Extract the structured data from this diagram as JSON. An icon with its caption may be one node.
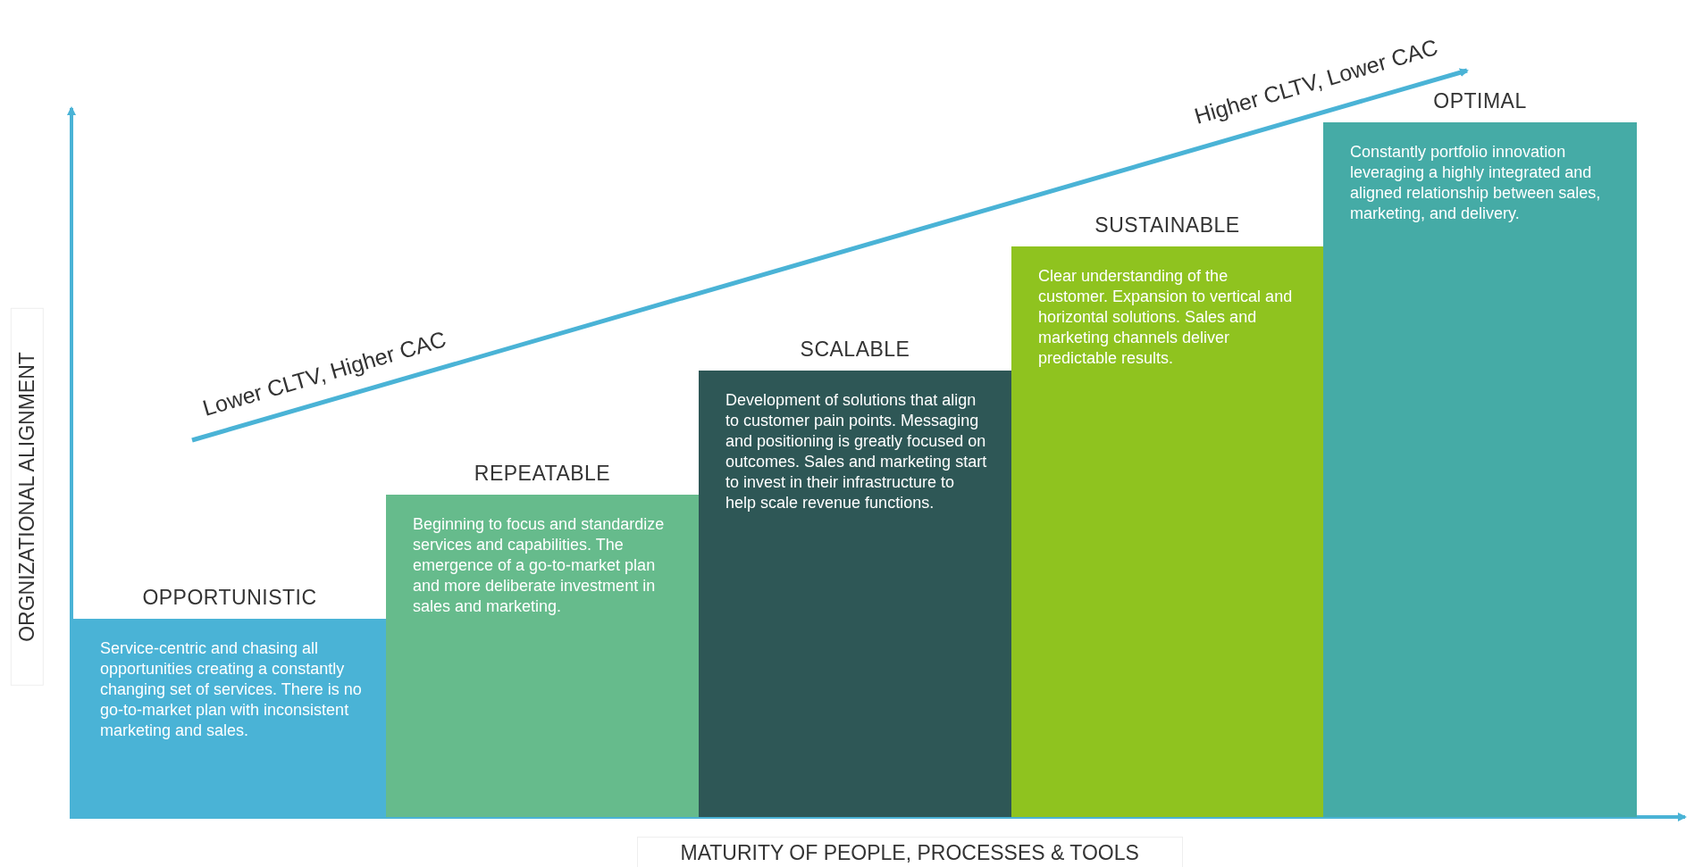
{
  "diagram": {
    "nodes": [
      {
        "text": [
          "OPPORTUNISTIC",
          "Service-centric and chasing all opportunities creating a constantly changing set of services. There is no go-to-market plan with inconsistent marketing and sales."
        ]
      },
      {
        "text": [
          "REPEATABLE",
          "Beginning to focus and standardize services and capabilities. The emergence of a go-to-market plan and more deliberate investment in sales and marketing."
        ]
      },
      {
        "text": [
          "SCALABLE",
          "Development of solutions that align to customer pain points. Messaging and positioning is greatly focused on outcomes. Sales and marketing start to invest in their infrastructure to help scale revenue functions."
        ]
      },
      {
        "text": [
          "SUSTAINABLE",
          "Clear understanding of the customer.  Expansion to vertical and horizontal solutions. Sales and marketing channels deliver predictable results."
        ]
      },
      {
        "text": [
          "OPTIMAL",
          "Constantly portfolio innovation leveraging a highly integrated and aligned relationship between sales, marketing, and delivery."
        ]
      }
    ],
    "edges": [],
    "labels": [
      "Higher CLTV, Lower CAC",
      "Lower CLTV, Higher CAC",
      "ORGNIZATIONAL ALIGNMENT",
      "MATURITY OF PEOPLE, PROCESSES & TOOLS"
    ]
  }
}
